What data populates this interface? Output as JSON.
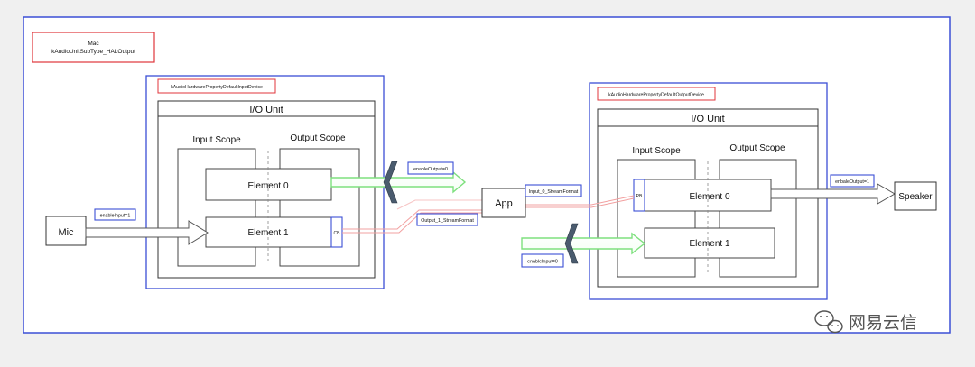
{
  "title_box": {
    "line1": "Mac",
    "line2": "kAudioUnitSubType_HALOutput"
  },
  "left_device": {
    "label": "kAudioHardwarePropertyDefaultInputDevice",
    "io_title": "I/O Unit",
    "input_scope": "Input Scope",
    "output_scope": "Output Scope",
    "element0": "Element 0",
    "element1": "Element 1",
    "cb": "CB"
  },
  "right_device": {
    "label": "kAudioHardwarePropertyDefaultOutputDevice",
    "io_title": "I/O Unit",
    "input_scope": "Input Scope",
    "output_scope": "Output Scope",
    "element0": "Element 0",
    "element1": "Element 1",
    "pb": "PB"
  },
  "mic": "Mic",
  "speaker": "Speaker",
  "app": "App",
  "tags": {
    "enable_input_left": "enableInput=1",
    "enable_output_left": "enableOutput=0",
    "output_stream": "Output_1_StreamFormat",
    "input_stream": "Input_0_StreamFormat",
    "enable_output_right": "enbaleOutput=1",
    "enable_input_right": "enableInput=0"
  },
  "watermark": "网易云信",
  "colors": {
    "blue": "#3b4fd6",
    "red": "#e0353b",
    "green": "#7ee07e",
    "pink": "#f2a0a0"
  }
}
